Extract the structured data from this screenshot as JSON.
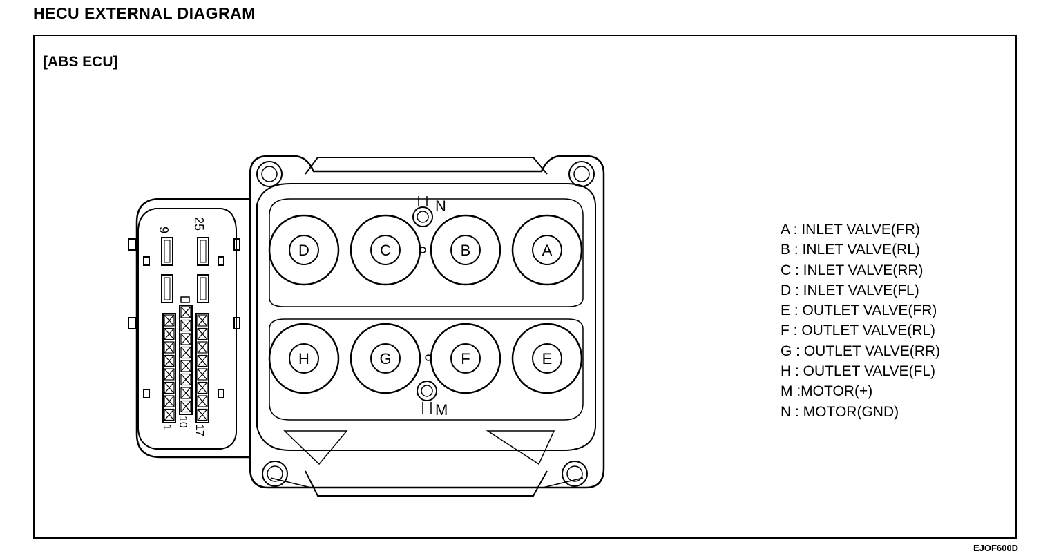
{
  "title": "HECU EXTERNAL DIAGRAM",
  "subtitle": "[ABS ECU]",
  "valves_top": [
    "D",
    "C",
    "B",
    "A"
  ],
  "valves_bottom": [
    "H",
    "G",
    "F",
    "E"
  ],
  "bolt_labels": {
    "top": "N",
    "bottom": "M"
  },
  "connector_pins": {
    "top_left": "9",
    "top_right": "25",
    "bottom_left": "1",
    "bottom_mid": "10",
    "bottom_right": "17"
  },
  "legend": [
    {
      "key": "A",
      "text": "A : INLET VALVE(FR)"
    },
    {
      "key": "B",
      "text": "B : INLET VALVE(RL)"
    },
    {
      "key": "C",
      "text": "C : INLET VALVE(RR)"
    },
    {
      "key": "D",
      "text": "D : INLET VALVE(FL)"
    },
    {
      "key": "E",
      "text": "E : OUTLET VALVE(FR)"
    },
    {
      "key": "F",
      "text": "F : OUTLET VALVE(RL)"
    },
    {
      "key": "G",
      "text": "G : OUTLET VALVE(RR)"
    },
    {
      "key": "H",
      "text": "H : OUTLET VALVE(FL)"
    },
    {
      "key": "M",
      "text": "M :MOTOR(+)"
    },
    {
      "key": "N",
      "text": "N : MOTOR(GND)"
    }
  ],
  "reference_code": "EJOF600D"
}
